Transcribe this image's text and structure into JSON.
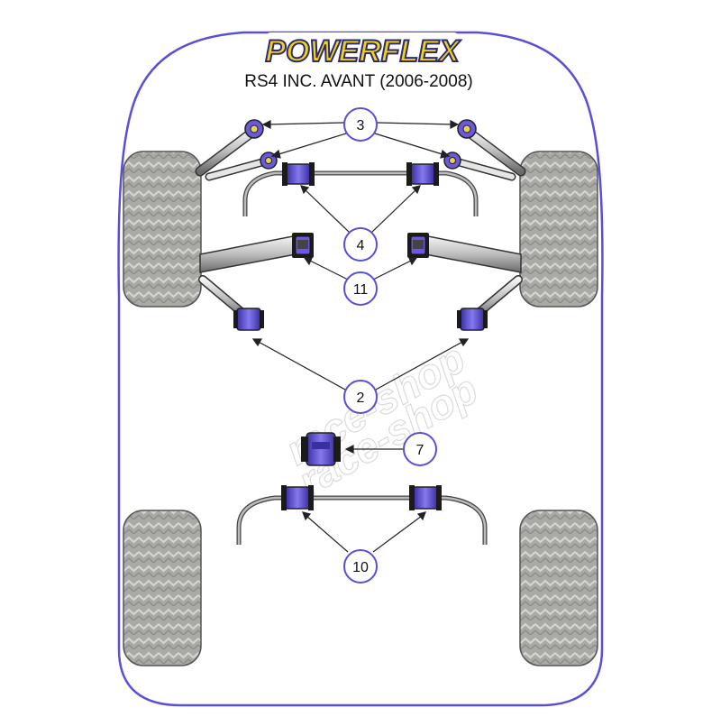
{
  "brand": {
    "name": "POWERFLEX",
    "color": "#f5d20a",
    "outline": "#2a2a7a"
  },
  "subtitle": "RS4 INC. AVANT (2006-2008)",
  "colors": {
    "body_outline": "#5a4fd8",
    "bush": "#6a5ad9",
    "tyre": "#a9aaa6"
  },
  "watermark": {
    "line1": "race-shop",
    "line2": "race-shop"
  },
  "callouts": [
    {
      "id": "3",
      "label": "3"
    },
    {
      "id": "4",
      "label": "4"
    },
    {
      "id": "11",
      "label": "11"
    },
    {
      "id": "2",
      "label": "2"
    },
    {
      "id": "7",
      "label": "7"
    },
    {
      "id": "10",
      "label": "10"
    }
  ]
}
